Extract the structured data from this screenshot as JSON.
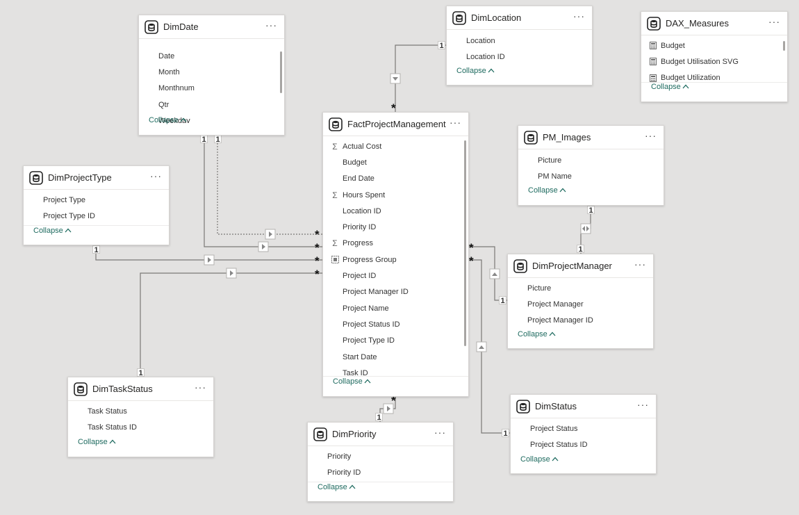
{
  "tables": {
    "dimdate": {
      "title": "DimDate",
      "fields": [
        "Date",
        "Month",
        "Monthnum",
        "Qtr",
        "Weekday"
      ],
      "collapse": "Collapse"
    },
    "dimlocation": {
      "title": "DimLocation",
      "fields": [
        "Location",
        "Location ID"
      ],
      "collapse": "Collapse"
    },
    "daxmeasures": {
      "title": "DAX_Measures",
      "fields": [
        "Budget",
        "Budget Utilisation SVG",
        "Budget Utilization"
      ],
      "collapse": "Collapse"
    },
    "fact": {
      "title": "FactProjectManagement",
      "fields": [
        "Actual Cost",
        "Budget",
        "End Date",
        "Hours Spent",
        "Location ID",
        "Priority ID",
        "Progress",
        "Progress Group",
        "Project ID",
        "Project Manager ID",
        "Project Name",
        "Project Status ID",
        "Project Type ID",
        "Start Date",
        "Task ID"
      ],
      "collapse": "Collapse"
    },
    "pmimages": {
      "title": "PM_Images",
      "fields": [
        "Picture",
        "PM Name"
      ],
      "collapse": "Collapse"
    },
    "dimprojecttype": {
      "title": "DimProjectType",
      "fields": [
        "Project Type",
        "Project Type ID"
      ],
      "collapse": "Collapse"
    },
    "dimprojectmanager": {
      "title": "DimProjectManager",
      "fields": [
        "Picture",
        "Project Manager",
        "Project Manager ID"
      ],
      "collapse": "Collapse"
    },
    "dimtaskstatus": {
      "title": "DimTaskStatus",
      "fields": [
        "Task Status",
        "Task Status ID"
      ],
      "collapse": "Collapse"
    },
    "dimpriority": {
      "title": "DimPriority",
      "fields": [
        "Priority",
        "Priority ID"
      ],
      "collapse": "Collapse"
    },
    "dimstatus": {
      "title": "DimStatus",
      "fields": [
        "Project Status",
        "Project Status ID"
      ],
      "collapse": "Collapse"
    }
  },
  "field_icons": {
    "fact": [
      "sigma",
      "none",
      "none",
      "sigma",
      "none",
      "none",
      "sigma",
      "group",
      "none",
      "none",
      "none",
      "none",
      "none",
      "none",
      "none"
    ],
    "daxmeasures": [
      "calc",
      "calc",
      "calc"
    ]
  },
  "cardinality": {
    "one": "1",
    "many": "*"
  },
  "more_glyph": "···",
  "collapse_glyph": "^"
}
